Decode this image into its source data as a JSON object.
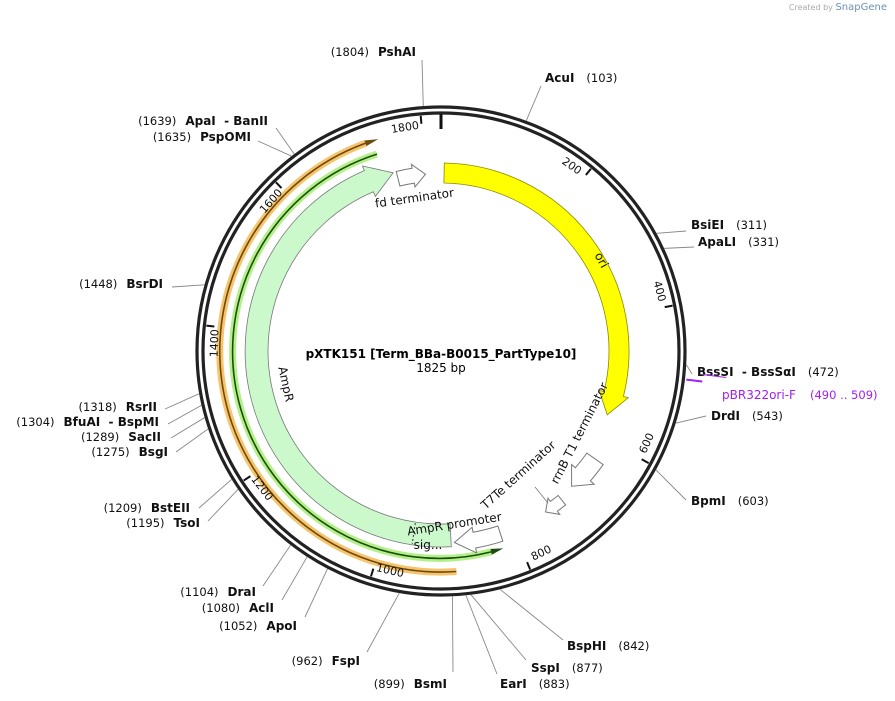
{
  "credit": {
    "prefix": "Created by",
    "brand": "SnapGene"
  },
  "plasmid": {
    "name": "pXTK151 [Term_BBa-B0015_PartType10]",
    "length_label": "1825 bp",
    "length": 1825
  },
  "ticks": [
    "200",
    "400",
    "600",
    "800",
    "1000",
    "1200",
    "1400",
    "1600",
    "1800"
  ],
  "features": [
    {
      "label": "ori",
      "color": "#ffff00"
    },
    {
      "label": "AmpR",
      "color": "#ccf9cc"
    },
    {
      "label": "sig...",
      "color": "#ccf9cc"
    },
    {
      "label": "fd terminator",
      "color": "#ffffff"
    },
    {
      "label": "rrnB T1 terminator",
      "color": "#ffffff"
    },
    {
      "label": "T7Te terminator",
      "color": "#ffffff"
    },
    {
      "label": "AmpR promoter",
      "color": "#ffffff"
    }
  ],
  "primer": {
    "name": "pBR322ori-F",
    "range": "(490 .. 509)",
    "color": "#a020f0"
  },
  "enzymes": [
    {
      "name": "PshAI",
      "pos": 1804
    },
    {
      "name": "AcuI",
      "pos": 103
    },
    {
      "name": "ApaI  - BanII",
      "pos": 1639
    },
    {
      "name": "PspOMI",
      "pos": 1635
    },
    {
      "name": "BsiEI",
      "pos": 311
    },
    {
      "name": "ApaLI",
      "pos": 331
    },
    {
      "name": "BsrDI",
      "pos": 1448
    },
    {
      "name": "BssSI  - BssSαI",
      "pos": 472
    },
    {
      "name": "DrdI",
      "pos": 543
    },
    {
      "name": "BpmI",
      "pos": 603
    },
    {
      "name": "RsrII",
      "pos": 1318
    },
    {
      "name": "BfuAI  - BspMI",
      "pos": 1304
    },
    {
      "name": "SacII",
      "pos": 1289
    },
    {
      "name": "BsgI",
      "pos": 1275
    },
    {
      "name": "BstEII",
      "pos": 1209
    },
    {
      "name": "TsoI",
      "pos": 1195
    },
    {
      "name": "DraI",
      "pos": 1104
    },
    {
      "name": "AclI",
      "pos": 1080
    },
    {
      "name": "ApoI",
      "pos": 1052
    },
    {
      "name": "FspI",
      "pos": 962
    },
    {
      "name": "BsmI",
      "pos": 899
    },
    {
      "name": "EarI",
      "pos": 883
    },
    {
      "name": "SspI",
      "pos": 877
    },
    {
      "name": "BspHI",
      "pos": 842
    }
  ]
}
